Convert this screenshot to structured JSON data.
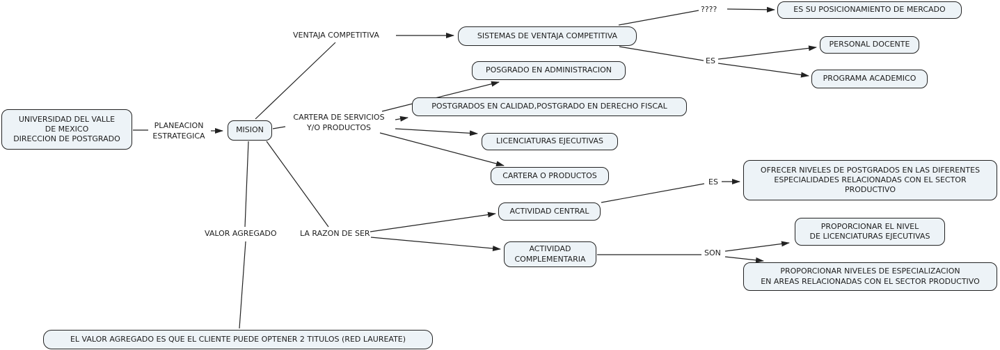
{
  "diagram": {
    "nodes": {
      "univalle": "UNIVERSIDAD DEL VALLE\nDE MEXICO\nDIRECCION DE POSTGRADO",
      "mision": "MISION",
      "sistemas_ventaja": "SISTEMAS DE VENTAJA COMPETITIVA",
      "posicionamiento": "ES SU POSICIONAMIENTO DE MERCADO",
      "personal_docente": "PERSONAL DOCENTE",
      "programa_academico": "PROGRAMA ACADEMICO",
      "posgrado_admin": "POSGRADO EN ADMINISTRACION",
      "postgrados_calidad": "POSTGRADOS EN CALIDAD,POSTGRADO EN DERECHO FISCAL",
      "licenciaturas": "LICENCIATURAS EJECUTIVAS",
      "cartera_productos": "CARTERA O PRODUCTOS",
      "actividad_central": "ACTIVIDAD CENTRAL",
      "actividad_complementaria": "ACTIVIDAD\nCOMPLEMENTARIA",
      "ofrecer_niveles": "OFRECER NIVELES DE POSTGRADOS EN LAS DIFERENTES\nESPECIALIDADES RELACIONADAS CON EL SECTOR\nPRODUCTIVO",
      "proporcionar_nivel": "PROPORCIONAR EL NIVEL\nDE LICENCIATURAS EJECUTIVAS",
      "proporcionar_niveles": "PROPORCIONAR NIVELES DE ESPECIALIZACION\nEN AREAS RELACIONADAS CON EL SECTOR PRODUCTIVO",
      "valor_agregado_box": "EL VALOR AGREGADO ES QUE EL CLIENTE PUEDE OPTENER 2 TITULOS (RED LAUREATE)"
    },
    "links": {
      "planeacion": "PLANEACION\nESTRATEGICA",
      "ventaja": "VENTAJA COMPETITIVA",
      "question": "????",
      "es_top": "ES",
      "cartera": "CARTERA DE SERVICIOS\nY/O PRODUCTOS",
      "razon": "LA RAZON DE SER",
      "es_mid": "ES",
      "son": "SON",
      "valor": "VALOR AGREGADO"
    },
    "relations": [
      {
        "from": "UNIVERSIDAD DEL VALLE DE MEXICO DIRECCION DE POSTGRADO",
        "link": "PLANEACION ESTRATEGICA",
        "to": "MISION"
      },
      {
        "from": "MISION",
        "link": "VENTAJA COMPETITIVA",
        "to": "SISTEMAS DE VENTAJA COMPETITIVA"
      },
      {
        "from": "SISTEMAS DE VENTAJA COMPETITIVA",
        "link": "????",
        "to": "ES SU POSICIONAMIENTO DE MERCADO"
      },
      {
        "from": "SISTEMAS DE VENTAJA COMPETITIVA",
        "link": "ES",
        "to": "PERSONAL DOCENTE"
      },
      {
        "from": "SISTEMAS DE VENTAJA COMPETITIVA",
        "link": "ES",
        "to": "PROGRAMA ACADEMICO"
      },
      {
        "from": "MISION",
        "link": "CARTERA DE SERVICIOS Y/O PRODUCTOS",
        "to": "POSGRADO EN ADMINISTRACION"
      },
      {
        "from": "MISION",
        "link": "CARTERA DE SERVICIOS Y/O PRODUCTOS",
        "to": "POSTGRADOS EN CALIDAD,POSTGRADO EN DERECHO FISCAL"
      },
      {
        "from": "MISION",
        "link": "CARTERA DE SERVICIOS Y/O PRODUCTOS",
        "to": "LICENCIATURAS EJECUTIVAS"
      },
      {
        "from": "MISION",
        "link": "CARTERA DE SERVICIOS Y/O PRODUCTOS",
        "to": "CARTERA O PRODUCTOS"
      },
      {
        "from": "MISION",
        "link": "LA RAZON DE SER",
        "to": "ACTIVIDAD CENTRAL"
      },
      {
        "from": "MISION",
        "link": "LA RAZON DE SER",
        "to": "ACTIVIDAD COMPLEMENTARIA"
      },
      {
        "from": "ACTIVIDAD CENTRAL",
        "link": "ES",
        "to": "OFRECER NIVELES DE POSTGRADOS EN LAS DIFERENTES ESPECIALIDADES RELACIONADAS CON EL SECTOR PRODUCTIVO"
      },
      {
        "from": "ACTIVIDAD COMPLEMENTARIA",
        "link": "SON",
        "to": "PROPORCIONAR EL NIVEL DE LICENCIATURAS EJECUTIVAS"
      },
      {
        "from": "ACTIVIDAD COMPLEMENTARIA",
        "link": "SON",
        "to": "PROPORCIONAR NIVELES DE ESPECIALIZACION EN AREAS RELACIONADAS CON EL SECTOR PRODUCTIVO"
      },
      {
        "from": "MISION",
        "link": "VALOR AGREGADO",
        "to": "EL VALOR AGREGADO ES QUE EL CLIENTE PUEDE OPTENER 2 TITULOS (RED LAUREATE)"
      }
    ],
    "colors": {
      "node_fill": "#edf3f7",
      "node_border": "#212121",
      "line": "#222222",
      "text": "#1c1c1c",
      "background": "#ffffff"
    }
  }
}
